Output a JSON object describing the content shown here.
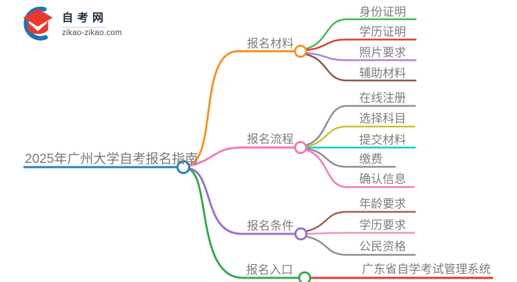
{
  "logo": {
    "site_name": "自考网",
    "site_url": "zikao-zikao.com",
    "colors": {
      "cap": "#e8382f",
      "swoosh": "#1b74b8"
    }
  },
  "mindmap": {
    "root": {
      "label": "2025年广州大学自考报名指南",
      "color": "#2a7dc0"
    },
    "branches": [
      {
        "label": "报名材料",
        "color": "#f5941f",
        "children": [
          {
            "label": "身份证明",
            "color": "#3eb64d"
          },
          {
            "label": "学历证明",
            "color": "#e7342b"
          },
          {
            "label": "照片要求",
            "color": "#a883d6"
          },
          {
            "label": "辅助材料",
            "color": "#8c5247"
          }
        ]
      },
      {
        "label": "报名流程",
        "color": "#f279b6",
        "children": [
          {
            "label": "在线注册",
            "color": "#8d8d8d"
          },
          {
            "label": "选择科目",
            "color": "#c5c32f"
          },
          {
            "label": "提交材料",
            "color": "#12c2dc"
          },
          {
            "label": "缴费",
            "color": "#8d8d8d"
          },
          {
            "label": "确认信息",
            "color": "#f473b9"
          }
        ]
      },
      {
        "label": "报名条件",
        "color": "#9c6fcb",
        "children": [
          {
            "label": "年龄要求",
            "color": "#a35b50"
          },
          {
            "label": "学历要求",
            "color": "#f78fc3"
          },
          {
            "label": "公民资格",
            "color": "#8d8d8d"
          }
        ]
      },
      {
        "label": "报名入口",
        "color": "#33a852",
        "children": [
          {
            "label": "广东省自学考试管理系统",
            "color": "#e7342b"
          }
        ]
      }
    ]
  }
}
